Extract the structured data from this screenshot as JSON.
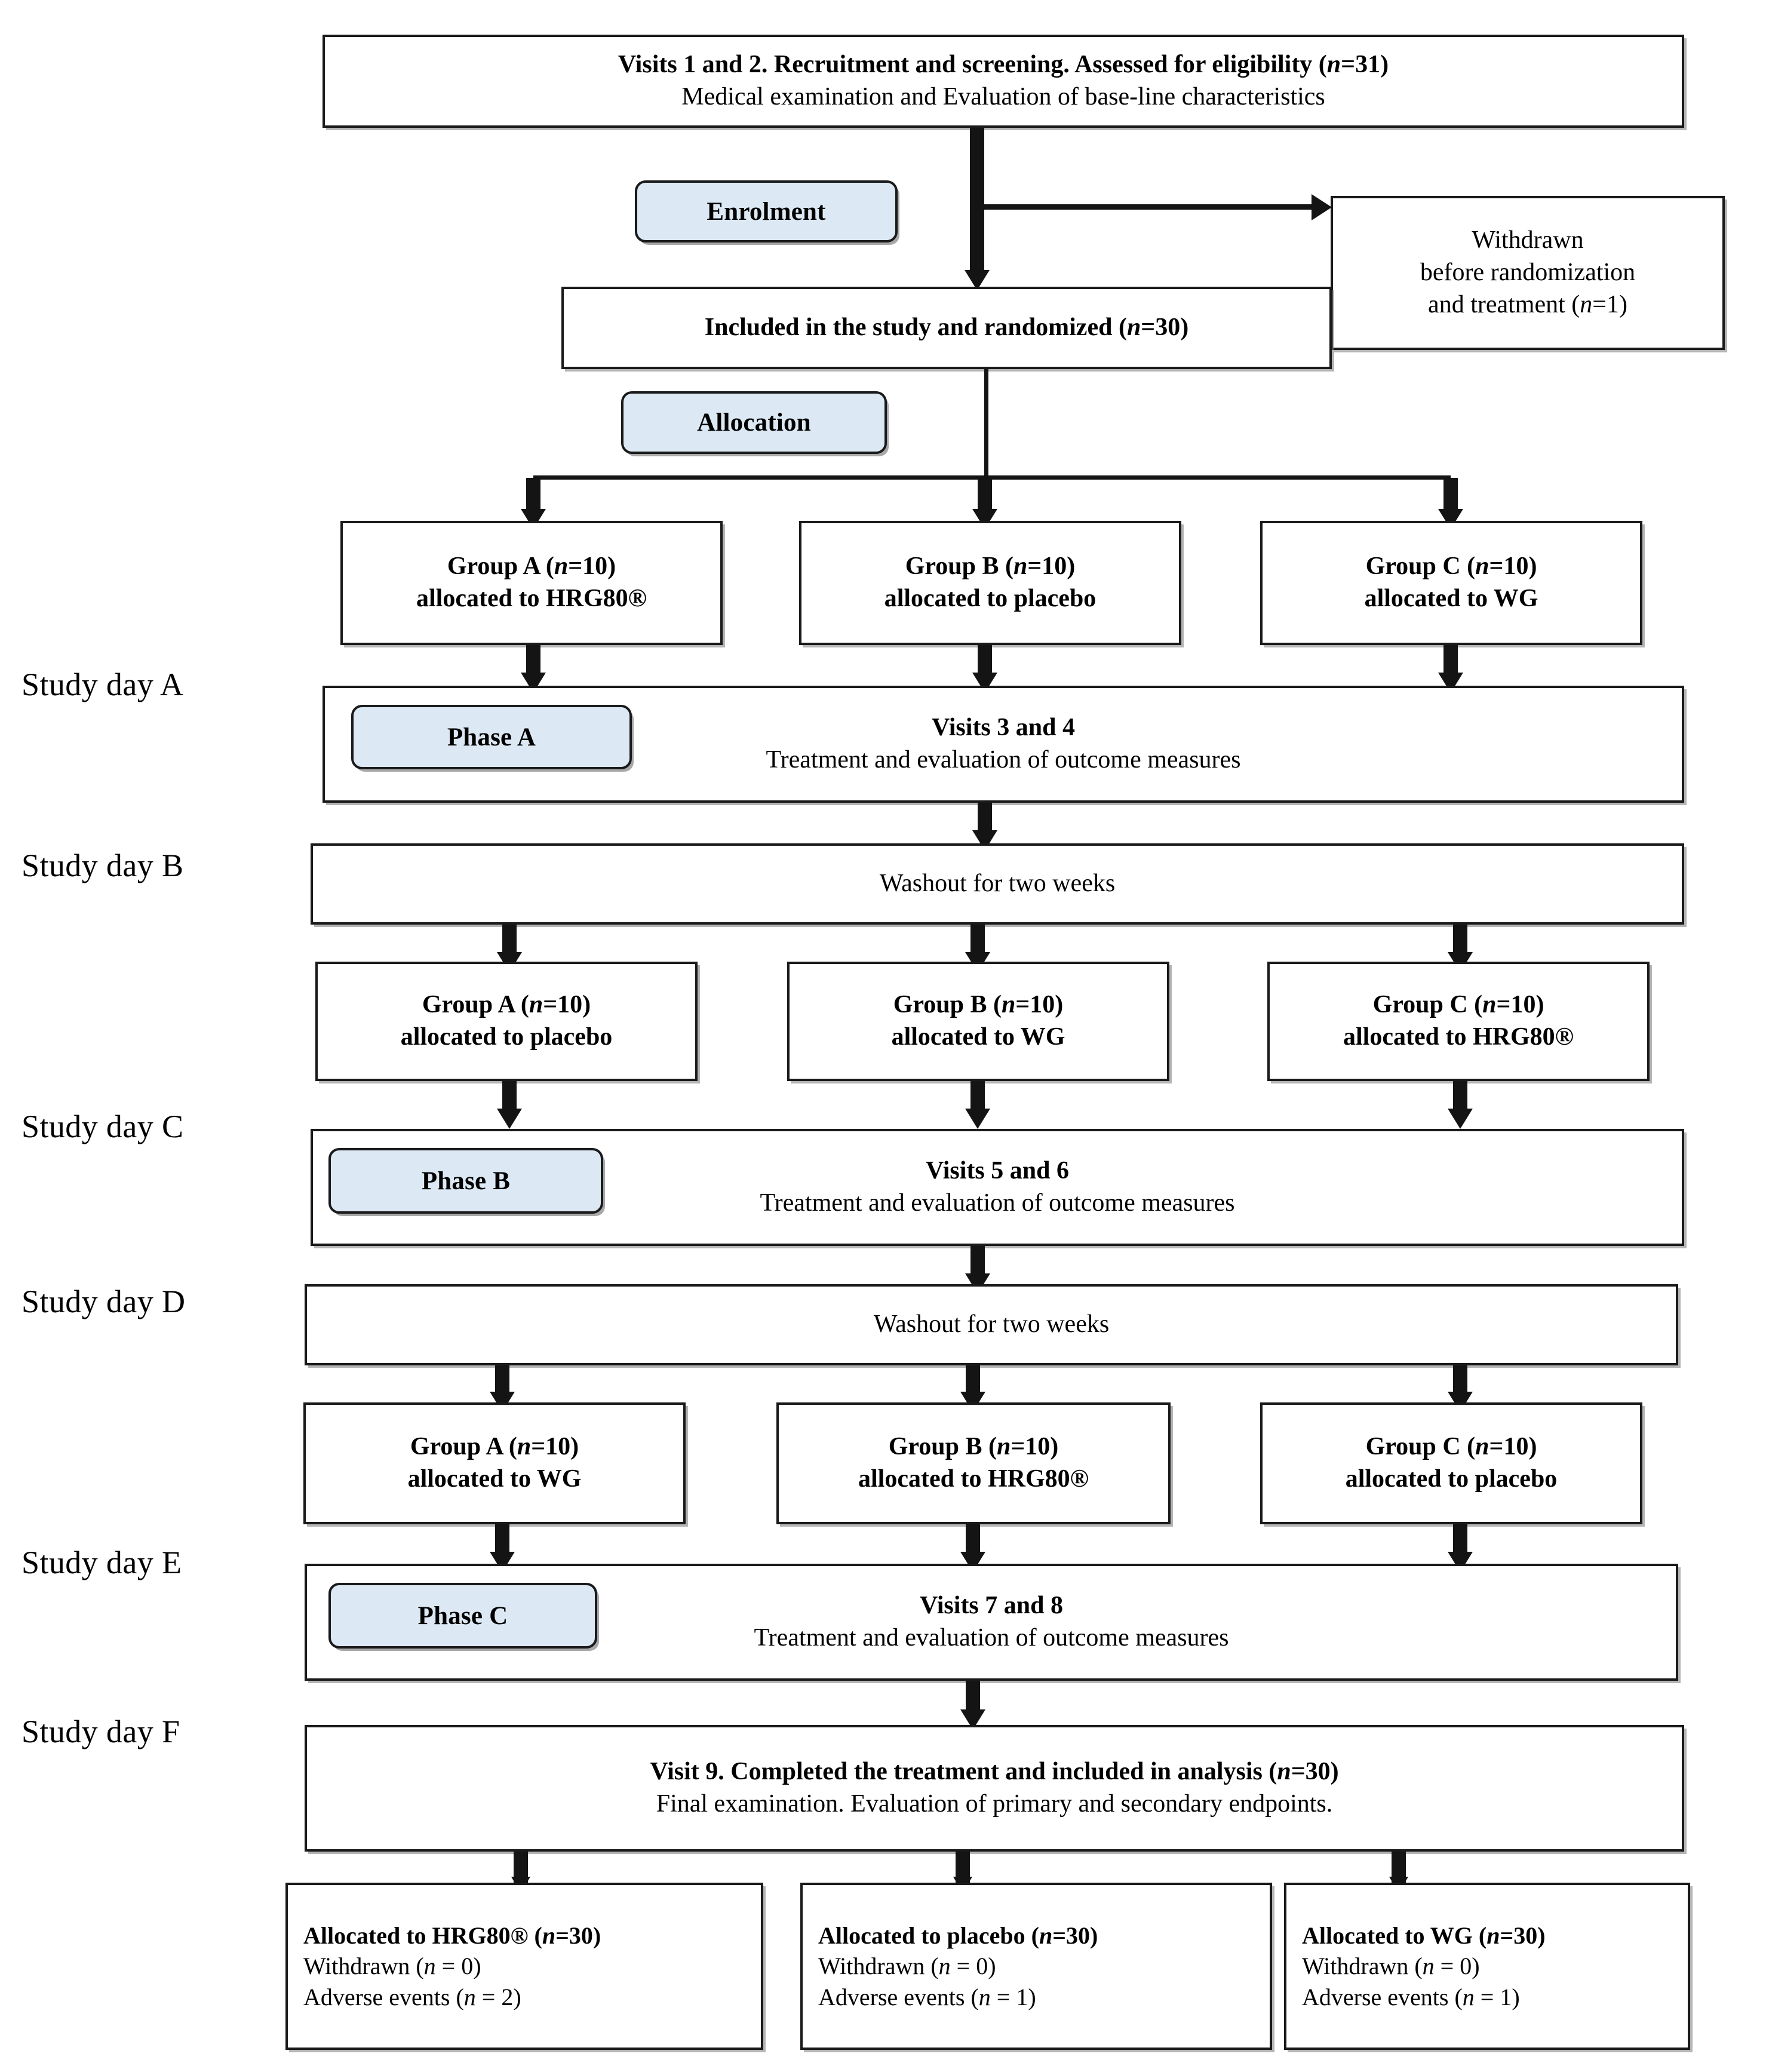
{
  "figure": {
    "type": "consort-flow-diagram",
    "title": "CONSORT flow diagram of a three-period cross-over clinical trial"
  },
  "day_labels": [
    {
      "id": "a",
      "text": "Study day A"
    },
    {
      "id": "b",
      "text": "Study day B"
    },
    {
      "id": "c",
      "text": "Study day C"
    },
    {
      "id": "d",
      "text": "Study day D"
    },
    {
      "id": "e",
      "text": "Study day E"
    },
    {
      "id": "f",
      "text": "Study day F"
    }
  ],
  "badges": {
    "enrolment": "Enrolment",
    "allocation": "Allocation",
    "phase_a": "Phase A",
    "phase_b": "Phase B",
    "phase_c": "Phase C"
  },
  "screening": {
    "line1_prefix": "Visits 1 and 2. Recruitment and screening. Assessed for eligibility (",
    "line1_n": "n",
    "line1_suffix": "=31)",
    "line2": "Medical examination and Evaluation of base-line characteristics"
  },
  "randomized": {
    "prefix": "Included in the study and randomized (",
    "n": "n",
    "suffix": "=30)"
  },
  "withdrawn": {
    "line1": "Withdrawn",
    "line2": "before randomization",
    "line3_prefix": "and treatment (",
    "line3_n": "n",
    "line3_suffix": "=1)"
  },
  "allocation_rows": [
    {
      "id": "row1",
      "groups": [
        {
          "title_prefix": "Group A (",
          "title_n": "n",
          "title_suffix": "=10)",
          "assignment": "allocated to HRG80®"
        },
        {
          "title_prefix": "Group B (",
          "title_n": "n",
          "title_suffix": "=10)",
          "assignment": "allocated to placebo"
        },
        {
          "title_prefix": "Group C (",
          "title_n": "n",
          "title_suffix": "=10)",
          "assignment": "allocated to WG"
        }
      ]
    },
    {
      "id": "row2",
      "groups": [
        {
          "title_prefix": "Group A (",
          "title_n": "n",
          "title_suffix": "=10)",
          "assignment": "allocated to placebo"
        },
        {
          "title_prefix": "Group B (",
          "title_n": "n",
          "title_suffix": "=10)",
          "assignment": "allocated to WG"
        },
        {
          "title_prefix": "Group C (",
          "title_n": "n",
          "title_suffix": "=10)",
          "assignment": "allocated to HRG80®"
        }
      ]
    },
    {
      "id": "row3",
      "groups": [
        {
          "title_prefix": "Group A (",
          "title_n": "n",
          "title_suffix": "=10)",
          "assignment": "allocated to WG"
        },
        {
          "title_prefix": "Group B (",
          "title_n": "n",
          "title_suffix": "=10)",
          "assignment": "allocated to HRG80®"
        },
        {
          "title_prefix": "Group C (",
          "title_n": "n",
          "title_suffix": "=10)",
          "assignment": "allocated to placebo"
        }
      ]
    }
  ],
  "phases": [
    {
      "id": "a",
      "visits": "Visits 3 and 4",
      "desc": "Treatment and evaluation of outcome measures"
    },
    {
      "id": "b",
      "visits": "Visits 5 and 6",
      "desc": "Treatment and evaluation of outcome measures"
    },
    {
      "id": "c",
      "visits": "Visits 7 and 8",
      "desc": "Treatment and evaluation of outcome measures"
    }
  ],
  "washouts": [
    {
      "id": "w1",
      "text": "Washout for two weeks"
    },
    {
      "id": "w2",
      "text": "Washout for two weeks"
    }
  ],
  "final_visit": {
    "line1_prefix": "Visit 9. Completed the treatment and included in analysis (",
    "line1_n": "n",
    "line1_suffix": "=30)",
    "line2": "Final examination. Evaluation of primary and secondary endpoints."
  },
  "outcomes": [
    {
      "id": "hrg80",
      "title_prefix": "Allocated to HRG80® (",
      "title_n": "n",
      "title_suffix": "=30)",
      "withdrawn_prefix": "Withdrawn (",
      "withdrawn_n": "n",
      "withdrawn_suffix": " = 0)",
      "adverse_prefix": "Adverse events (",
      "adverse_n": "n",
      "adverse_suffix": " = 2)"
    },
    {
      "id": "placebo",
      "title_prefix": "Allocated to placebo (",
      "title_n": "n",
      "title_suffix": "=30)",
      "withdrawn_prefix": "Withdrawn (",
      "withdrawn_n": "n",
      "withdrawn_suffix": " = 0)",
      "adverse_prefix": "Adverse events (",
      "adverse_n": "n",
      "adverse_suffix": " = 1)"
    },
    {
      "id": "wg",
      "title_prefix": "Allocated to WG (",
      "title_n": "n",
      "title_suffix": "=30)",
      "withdrawn_prefix": "Withdrawn (",
      "withdrawn_n": "n",
      "withdrawn_suffix": " = 0)",
      "adverse_prefix": "Adverse events (",
      "adverse_n": "n",
      "adverse_suffix": " = 1)"
    }
  ],
  "colors": {
    "badge_fill": "#dce9f5",
    "stroke": "#1a1a1a",
    "background": "#ffffff"
  }
}
